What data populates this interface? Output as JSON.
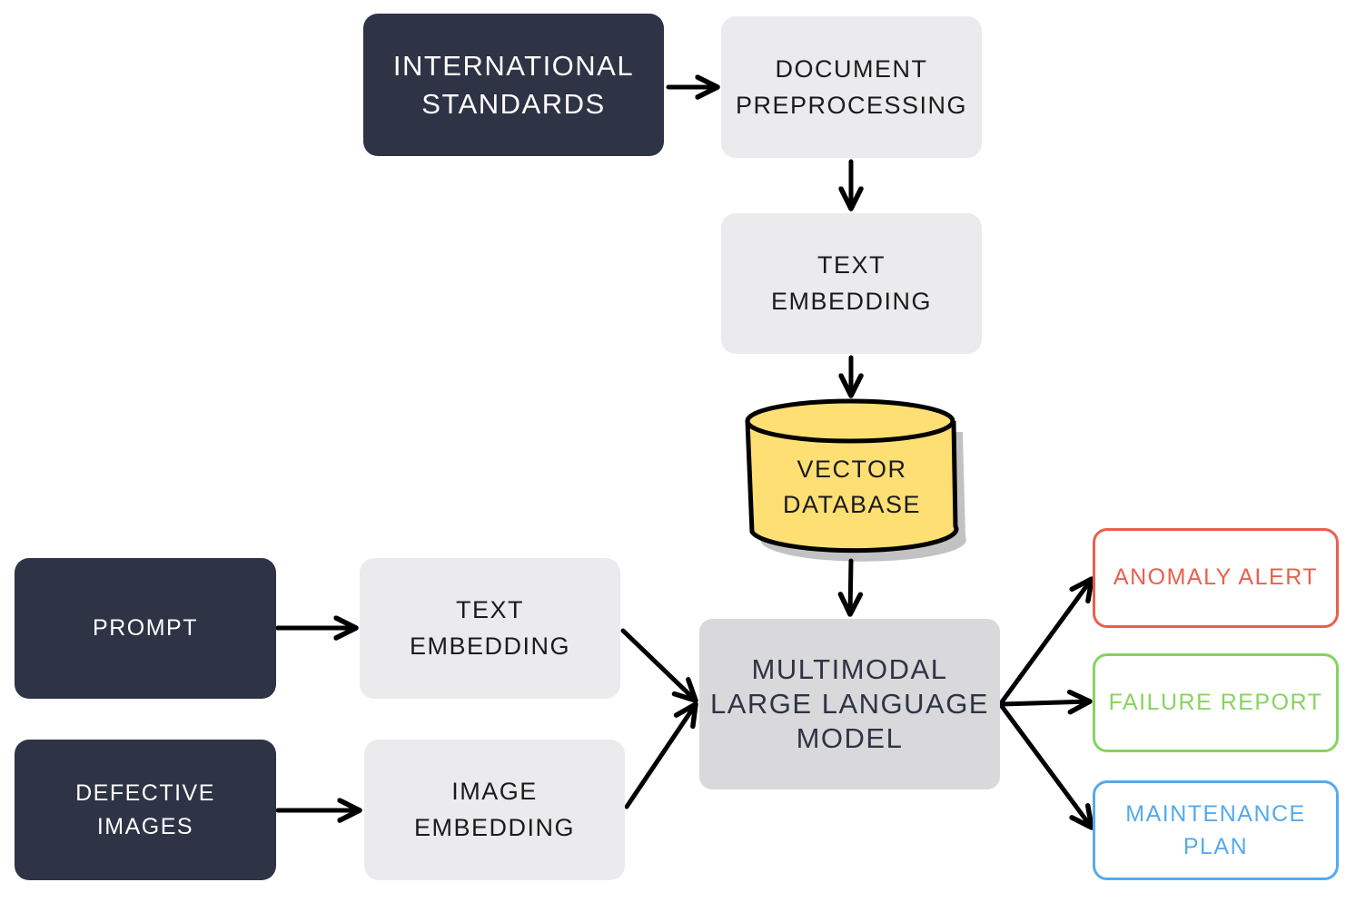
{
  "nodes": {
    "international_standards": [
      "INTERNATIONAL",
      "STANDARDS"
    ],
    "document_preprocessing": [
      "DOCUMENT",
      "PREPROCESSING"
    ],
    "text_embedding_top": [
      "TEXT",
      "EMBEDDING"
    ],
    "vector_database": [
      "VECTOR",
      "DATABASE"
    ],
    "prompt": [
      "PROMPT"
    ],
    "defective_images": [
      "DEFECTIVE",
      "IMAGES"
    ],
    "text_embedding_bottom": [
      "TEXT",
      "EMBEDDING"
    ],
    "image_embedding": [
      "IMAGE",
      "EMBEDDING"
    ],
    "llm": [
      "MULTIMODAL",
      "LARGE LANGUAGE",
      "MODEL"
    ],
    "anomaly_alert": [
      "ANOMALY ALERT"
    ],
    "failure_report": [
      "FAILURE REPORT"
    ],
    "maintenance_plan": [
      "MAINTENANCE",
      "PLAN"
    ]
  },
  "colors": {
    "dark_box": "#2e3345",
    "light_box": "#ebebed",
    "llm_box": "#d9d9db",
    "database": "#fddf74",
    "anomaly_alert": "#e8604c",
    "failure_report": "#86d45e",
    "maintenance_plan": "#55aaee"
  },
  "edges": [
    [
      "international_standards",
      "document_preprocessing"
    ],
    [
      "document_preprocessing",
      "text_embedding_top"
    ],
    [
      "text_embedding_top",
      "vector_database"
    ],
    [
      "vector_database",
      "llm"
    ],
    [
      "prompt",
      "text_embedding_bottom"
    ],
    [
      "defective_images",
      "image_embedding"
    ],
    [
      "text_embedding_bottom",
      "llm"
    ],
    [
      "image_embedding",
      "llm"
    ],
    [
      "llm",
      "anomaly_alert"
    ],
    [
      "llm",
      "failure_report"
    ],
    [
      "llm",
      "maintenance_plan"
    ]
  ]
}
